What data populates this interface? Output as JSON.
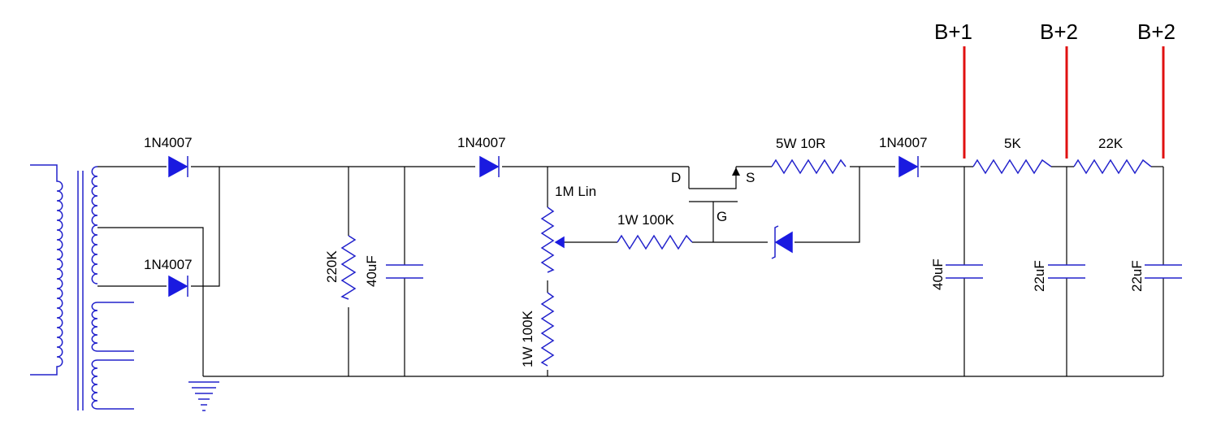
{
  "labels": {
    "d1": "1N4007",
    "d2": "1N4007",
    "d3": "1N4007",
    "d4": "1N4007",
    "r220k": "220K",
    "c40uf_a": "40uF",
    "pot": "1M Lin",
    "r1w100k_a": "1W 100K",
    "r1w100k_b": "1W 100K",
    "drain": "D",
    "source": "S",
    "gate": "G",
    "r5w10r": "5W 10R",
    "r5k": "5K",
    "r22k": "22K",
    "c40uf_b": "40uF",
    "c22uf_a": "22uF",
    "c22uf_b": "22uF",
    "bplus1": "B+1",
    "bplus2_a": "B+2",
    "bplus2_b": "B+2"
  },
  "colors": {
    "wire": "#000000",
    "component": "#2222cc",
    "diode_fill": "#1a1ae0",
    "supply_tap": "#e01010"
  }
}
